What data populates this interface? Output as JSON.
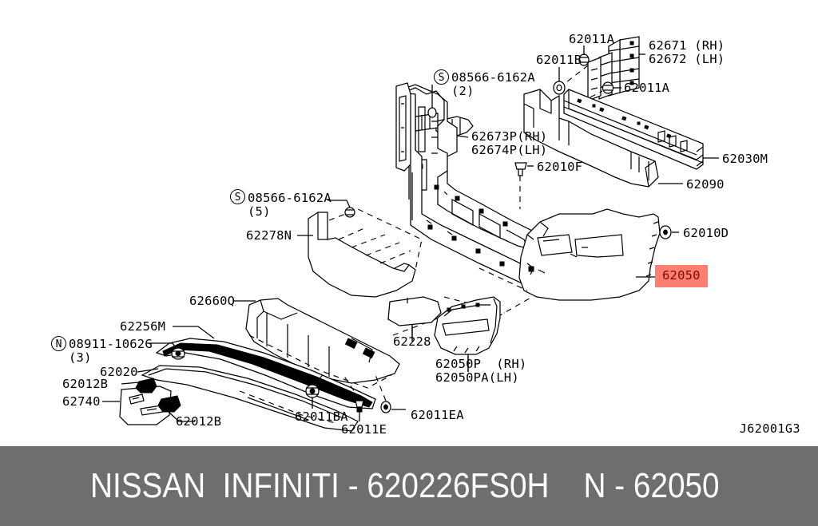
{
  "diagram": {
    "id_code": "J62001G3",
    "highlight_color": "#fa8072",
    "highlight_text_color": "#8b0000",
    "footer_bg_color": "#6e6e6e",
    "line_color": "#000000"
  },
  "footer": {
    "text": "NISSAN  INFINITI - 620226FS0H    N - 62050"
  },
  "callouts": {
    "c_62011a_top": {
      "label": "62011A"
    },
    "c_62671_rh": {
      "label": "62671 (RH)"
    },
    "c_62672_lh": {
      "label": "62672 (LH)"
    },
    "c_62011b": {
      "label": "62011B"
    },
    "c_62011a_mid": {
      "label": "62011A"
    },
    "c_08566_2_marker": {
      "label": "S"
    },
    "c_08566_2": {
      "label": "08566-6162A"
    },
    "c_08566_2_qty": {
      "label": "(2)"
    },
    "c_62673p_rh": {
      "label": "62673P(RH)"
    },
    "c_62674p_lh": {
      "label": "62674P(LH)"
    },
    "c_62010f": {
      "label": "62010F"
    },
    "c_62030m": {
      "label": "62030M"
    },
    "c_62090": {
      "label": "62090"
    },
    "c_62010d": {
      "label": "62010D"
    },
    "c_62050_highlight": {
      "label": "62050"
    },
    "c_08566_5_marker": {
      "label": "S"
    },
    "c_08566_5": {
      "label": "08566-6162A"
    },
    "c_08566_5_qty": {
      "label": "(5)"
    },
    "c_62278n": {
      "label": "62278N"
    },
    "c_62660q": {
      "label": "62660Q"
    },
    "c_62256m": {
      "label": "62256M"
    },
    "c_08911_marker": {
      "label": "N"
    },
    "c_08911": {
      "label": "08911-1062G"
    },
    "c_08911_qty": {
      "label": "(3)"
    },
    "c_62020": {
      "label": "62020"
    },
    "c_62012b_left": {
      "label": "62012B"
    },
    "c_62740": {
      "label": "62740"
    },
    "c_62012b_bottom": {
      "label": "62012B"
    },
    "c_62011ba": {
      "label": "62011BA"
    },
    "c_62011e": {
      "label": "62011E"
    },
    "c_62011ea": {
      "label": "62011EA"
    },
    "c_62228": {
      "label": "62228"
    },
    "c_62050p_rh": {
      "label": "62050P  (RH)"
    },
    "c_62050pa_lh": {
      "label": "62050PA(LH)"
    }
  }
}
